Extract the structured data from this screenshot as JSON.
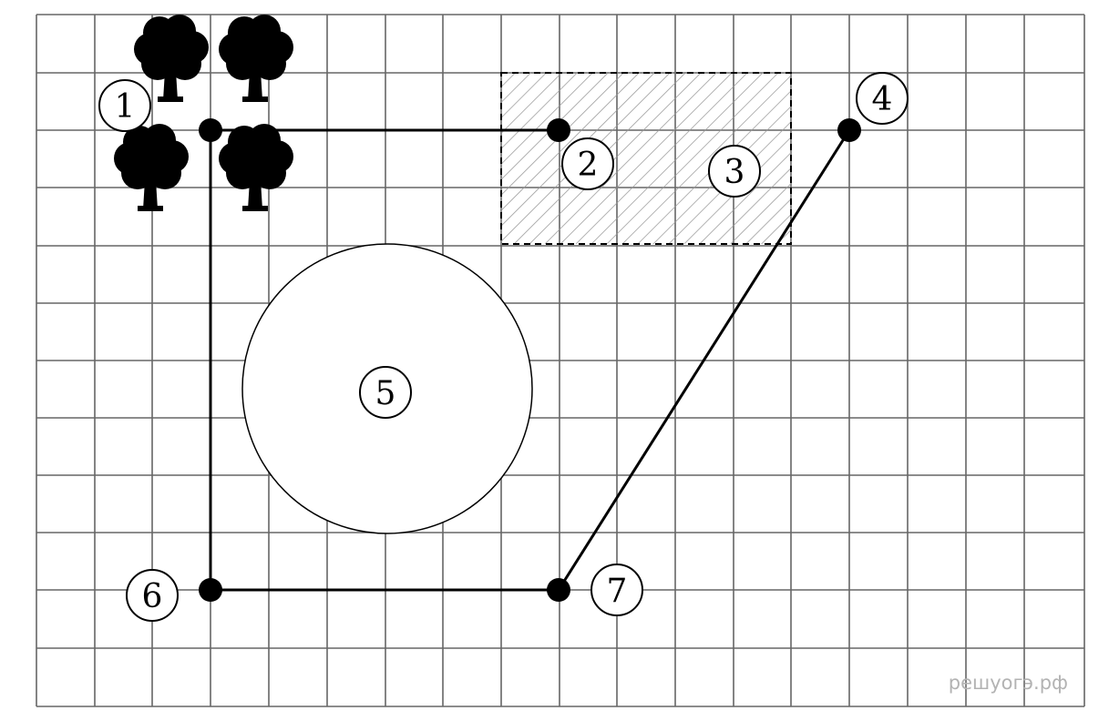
{
  "markers": [
    {
      "id": "1",
      "label": "1"
    },
    {
      "id": "2",
      "label": "2"
    },
    {
      "id": "3",
      "label": "3"
    },
    {
      "id": "4",
      "label": "4"
    },
    {
      "id": "5",
      "label": "5"
    },
    {
      "id": "6",
      "label": "6"
    },
    {
      "id": "7",
      "label": "7"
    }
  ],
  "watermark": "решуогэ.рф",
  "colors": {
    "grid": "#666666",
    "line": "#000000",
    "hatch": "#999999",
    "background": "#ffffff"
  },
  "icons": {
    "tree": "tree-icon",
    "point": "point-dot-icon"
  }
}
